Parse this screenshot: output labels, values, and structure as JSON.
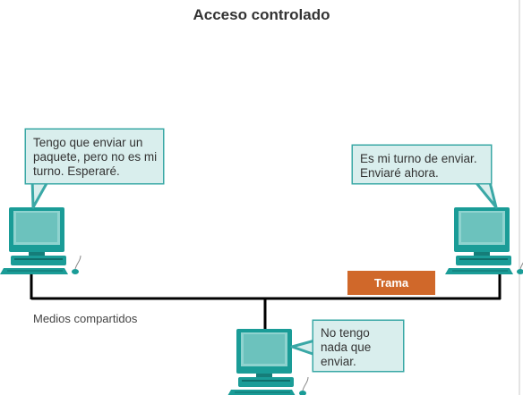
{
  "title": "Acceso controlado",
  "bubbles": {
    "left": "Tengo que enviar un paquete, pero no es mi turno. Esperaré.",
    "right": "Es mi turno de enviar. Enviaré ahora.",
    "bottom": "No tengo nada que enviar."
  },
  "frame_label": "Trama",
  "media_label": "Medios compartidos",
  "colors": {
    "bubble_fill": "#d9eeed",
    "bubble_border": "#3aa8a6",
    "computer": "#1a9c97",
    "frame": "#d0682a",
    "network_line": "#000000"
  }
}
